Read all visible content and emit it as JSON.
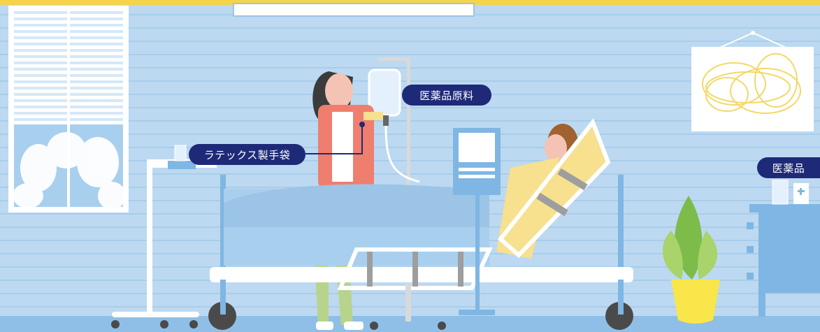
{
  "labels": {
    "pharmaceutical_raw_material": "医薬品原料",
    "latex_gloves": "ラテックス製手袋",
    "pharmaceuticals": "医薬品"
  },
  "colors": {
    "wall": "#bcd9f1",
    "wall_stripe": "#a8cdea",
    "top_border": "#f6d44a",
    "floor": "#8fbfe6",
    "label_bg": "#1e2a78",
    "bed_frame": "#7fb6e3",
    "mattress_yellow": "#f7e08e"
  },
  "icons": [
    "window",
    "iv-drip-stand",
    "bedside-table",
    "sign-board",
    "potted-plant",
    "medicine-cabinet",
    "hospital-bed",
    "wall-picture"
  ]
}
